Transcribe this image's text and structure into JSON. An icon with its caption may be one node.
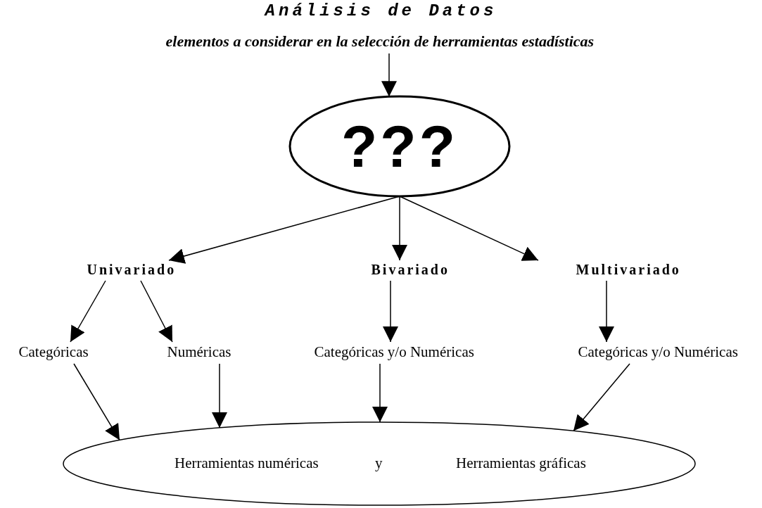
{
  "diagram": {
    "title": "Análisis de Datos",
    "nodes": [
      {
        "text": [
          "elementos a considerar en la selección de herramientas estadísticas"
        ]
      },
      {
        "text": [
          "???"
        ]
      },
      {
        "text": [
          "Univariado"
        ]
      },
      {
        "text": [
          "Bivariado"
        ]
      },
      {
        "text": [
          "Multivariado"
        ]
      },
      {
        "text": [
          "Categóricas"
        ]
      },
      {
        "text": [
          "Numéricas"
        ]
      },
      {
        "text": [
          "Categóricas y/o Numéricas"
        ]
      },
      {
        "text": [
          "Categóricas y/o Numéricas"
        ]
      },
      {
        "text": [
          "Herramientas numéricas",
          "y",
          "Herramientas gráficas"
        ]
      }
    ],
    "edges": [
      {
        "from": 0,
        "to": 1,
        "arrow": "to"
      },
      {
        "from": 1,
        "to": 2,
        "arrow": "to"
      },
      {
        "from": 1,
        "to": 3,
        "arrow": "to"
      },
      {
        "from": 1,
        "to": 4,
        "arrow": "to"
      },
      {
        "from": 2,
        "to": 5,
        "arrow": "to"
      },
      {
        "from": 2,
        "to": 6,
        "arrow": "to"
      },
      {
        "from": 3,
        "to": 7,
        "arrow": "to"
      },
      {
        "from": 4,
        "to": 8,
        "arrow": "to"
      },
      {
        "from": 5,
        "to": 9,
        "arrow": "to"
      },
      {
        "from": 6,
        "to": 9,
        "arrow": "to"
      },
      {
        "from": 7,
        "to": 9,
        "arrow": "to"
      },
      {
        "from": 8,
        "to": 9,
        "arrow": "to"
      }
    ]
  }
}
